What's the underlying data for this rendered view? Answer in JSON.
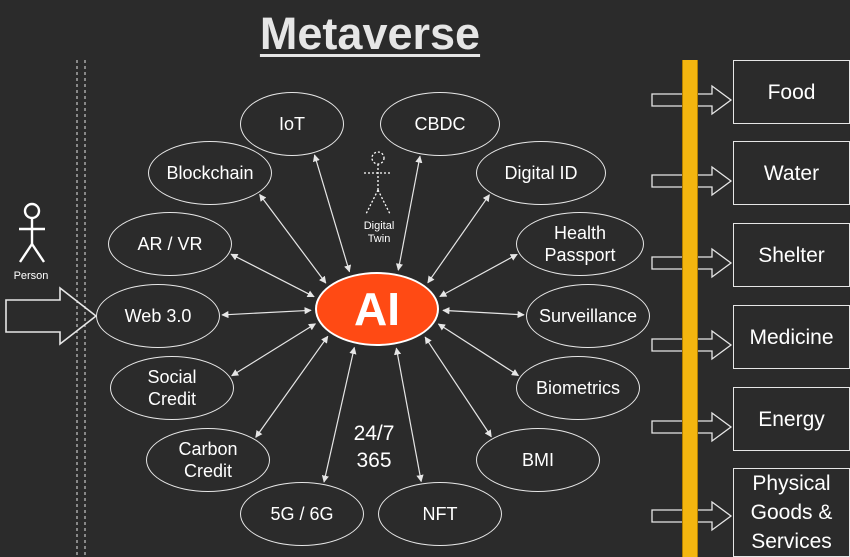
{
  "title": "Metaverse",
  "center": {
    "label": "AI",
    "color": "#ff4a14"
  },
  "digital_twin_label": "Digital\nTwin",
  "person_label": "Person",
  "schedule_text": "24/7\n365",
  "nodes": [
    {
      "id": "iot",
      "label": "IoT"
    },
    {
      "id": "cbdc",
      "label": "CBDC"
    },
    {
      "id": "blockchain",
      "label": "Blockchain"
    },
    {
      "id": "digital-id",
      "label": "Digital ID"
    },
    {
      "id": "ar-vr",
      "label": "AR / VR"
    },
    {
      "id": "health-passport",
      "label": "Health\nPassport"
    },
    {
      "id": "web3",
      "label": "Web 3.0"
    },
    {
      "id": "surveillance",
      "label": "Surveillance"
    },
    {
      "id": "social-credit",
      "label": "Social\nCredit"
    },
    {
      "id": "biometrics",
      "label": "Biometrics"
    },
    {
      "id": "carbon-credit",
      "label": "Carbon\nCredit"
    },
    {
      "id": "bmi",
      "label": "BMI"
    },
    {
      "id": "5g-6g",
      "label": "5G / 6G"
    },
    {
      "id": "nft",
      "label": "NFT"
    }
  ],
  "resources": [
    {
      "id": "food",
      "label": "Food"
    },
    {
      "id": "water",
      "label": "Water"
    },
    {
      "id": "shelter",
      "label": "Shelter"
    },
    {
      "id": "medicine",
      "label": "Medicine"
    },
    {
      "id": "energy",
      "label": "Energy"
    },
    {
      "id": "physical-goods",
      "label": "Physical\nGoods &\nServices"
    }
  ],
  "colors": {
    "background": "#2b2b2b",
    "line": "#e6e6e6",
    "bar": "#f4b60f"
  }
}
